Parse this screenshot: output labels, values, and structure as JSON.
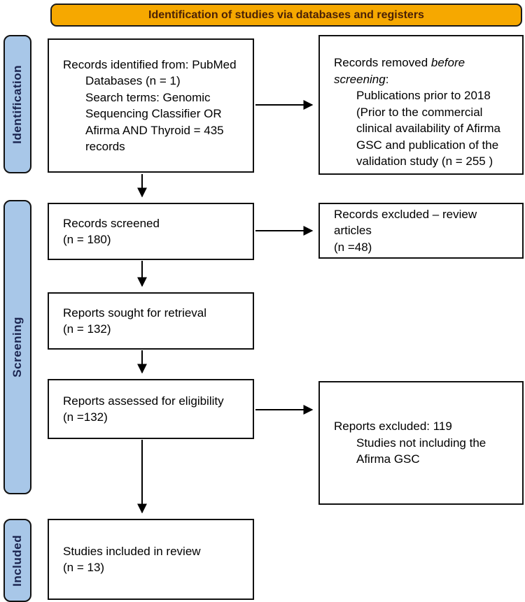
{
  "banner": {
    "label": "Identification of studies via databases and registers"
  },
  "sidebar": {
    "identification": "Identification",
    "screening": "Screening",
    "included": "Included"
  },
  "boxes": {
    "identified": {
      "lines": {
        "0": "Records identified from: PubMed",
        "1": "Databases (n = 1)",
        "2": "Search terms: Genomic",
        "3": "Sequencing Classifier OR",
        "4": "Afirma AND Thyroid = 435",
        "5": "records"
      }
    },
    "removed": {
      "prefix": "Records removed ",
      "italic": "before screening",
      "suffix": ":",
      "lines": {
        "0": "Publications prior to 2018",
        "1": "(Prior to the commercial",
        "2": "clinical availability of Afirma",
        "3": "GSC and publication of the",
        "4": "validation study (n = 255 )"
      }
    },
    "screened": {
      "lines": {
        "0": "Records screened",
        "1": "(n = 180)"
      }
    },
    "excluded_review": {
      "lines": {
        "0": "Records excluded – review",
        "1": "articles",
        "2": "(n =48)"
      }
    },
    "sought": {
      "lines": {
        "0": "Reports sought for retrieval",
        "1": "(n = 132)"
      }
    },
    "assessed": {
      "lines": {
        "0": "Reports assessed for eligibility",
        "1": "(n =132)"
      }
    },
    "reports_excluded": {
      "lines": {
        "0": "Reports excluded: 119",
        "1": "Studies not including the",
        "2": "Afirma GSC"
      }
    },
    "included": {
      "lines": {
        "0": "Studies included in review",
        "1": "(n = 13)"
      }
    }
  },
  "colors": {
    "banner_bg": "#F6A800",
    "banner_text": "#4A2107",
    "sidebar_bg": "#A8C7E8",
    "box_border": "#111111",
    "arrow": "#000000"
  }
}
